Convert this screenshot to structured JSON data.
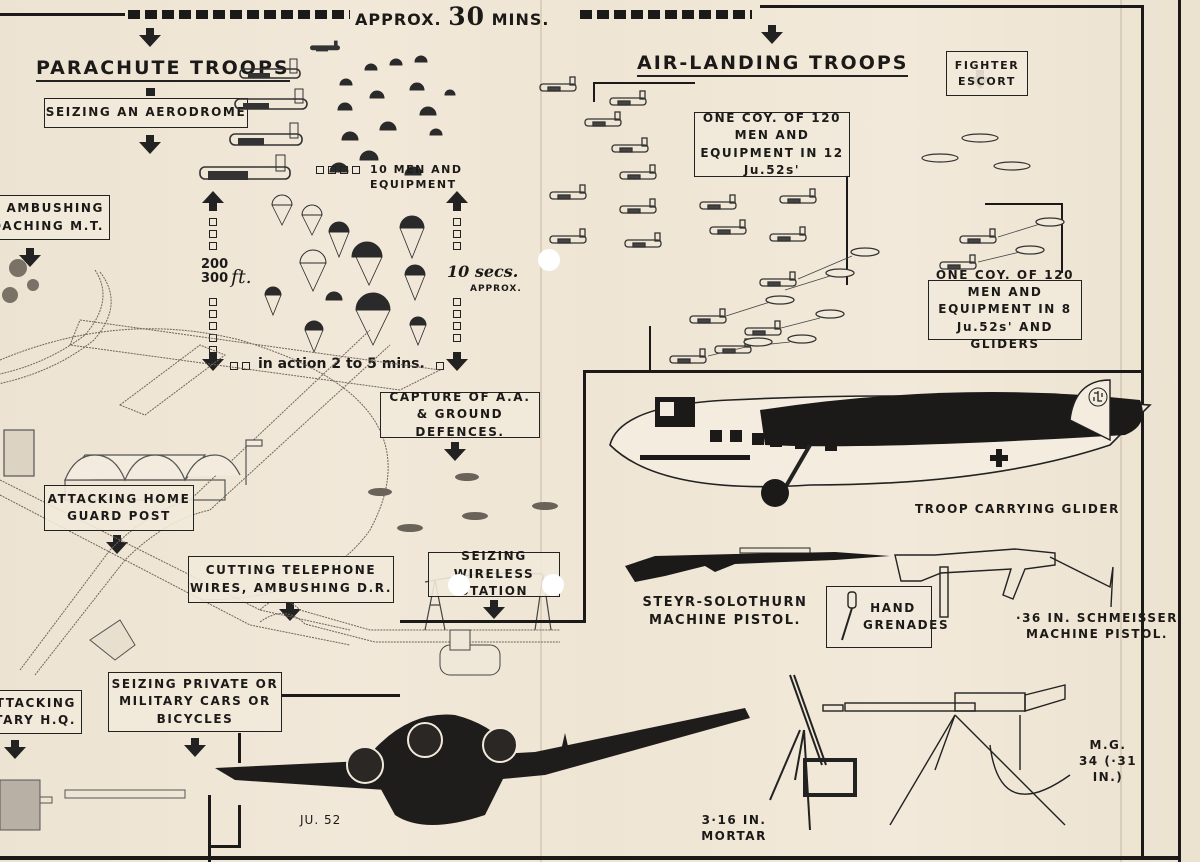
{
  "header": {
    "timeline_label_prefix": "APPROX.",
    "timeline_value": "30",
    "timeline_label_suffix": "MINS."
  },
  "parachute": {
    "title": "PARACHUTE TROOPS",
    "step_aerodrome": "SEIZING AN AERODROME",
    "men_equipment": "10 MEN AND EQUIPMENT",
    "height_top": "200",
    "height_bottom": "300",
    "height_unit": "ft.",
    "descent_time": "10 secs.",
    "descent_approx": "APPROX.",
    "in_action": "in action 2 to 5 mins."
  },
  "ground_tasks": {
    "ambushing": "AMBUSHING APPROACHING M.T.",
    "capture_aa": "CAPTURE OF A.A. & GROUND DEFENCES.",
    "home_guard": "ATTACKING HOME GUARD POST",
    "telephone": "CUTTING TELEPHONE WIRES, AMBUSHING D.R.",
    "wireless": "SEIZING WIRELESS STATION",
    "cars": "SEIZING PRIVATE OR MILITARY CARS OR BICYCLES",
    "military_hq": "ATTACKING MILITARY H.Q."
  },
  "air_landing": {
    "title": "AIR-LANDING TROOPS",
    "fighter_escort": "FIGHTER ESCORT",
    "company_ju52": "ONE COY. OF 120 MEN AND EQUIPMENT IN 12 Ju.52s'",
    "company_gliders": "ONE COY. OF 120 MEN AND EQUIPMENT IN 8 Ju.52s' AND GLIDERS"
  },
  "equipment": {
    "glider": "TROOP CARRYING GLIDER",
    "steyr": "STEYR-SOLOTHURN MACHINE PISTOL.",
    "grenades": "HAND GRENADES",
    "schmeisser": "·36 IN. SCHMEISSER MACHINE PISTOL.",
    "ju52": "JU. 52",
    "mortar": "3·16 IN. MORTAR",
    "mg34": "M.G. 34 (·31 IN.)"
  },
  "colors": {
    "paper": "#efe6d6",
    "ink": "#1c1a18"
  }
}
